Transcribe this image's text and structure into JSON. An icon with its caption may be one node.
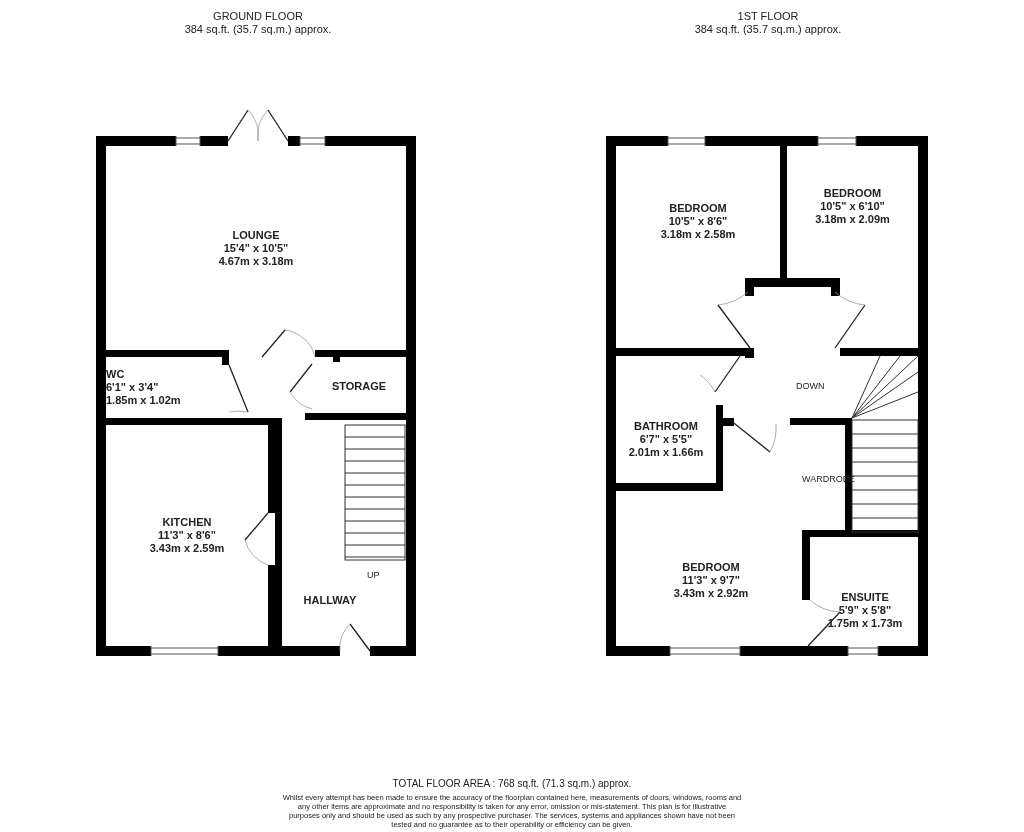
{
  "diagram": {
    "nodes": [
      {
        "text": [
          "GROUND FLOOR",
          "384 sq.ft. (35.7 sq.m.) approx."
        ]
      },
      {
        "text": [
          "LOUNGE",
          "15'4\"  x 10'5\"",
          "4.67m  x 3.18m"
        ],
        "in": 0
      },
      {
        "text": [
          "WC",
          "6'1\"  x 3'4\"",
          "1.85m  x 1.02m"
        ],
        "in": 0
      },
      {
        "text": [
          "STORAGE"
        ],
        "in": 0
      },
      {
        "text": [
          "KITCHEN",
          "11'3\"  x 8'6\"",
          "3.43m  x 2.59m"
        ],
        "in": 0
      },
      {
        "text": [
          "HALLWAY"
        ],
        "in": 0
      },
      {
        "text": [
          "1ST FLOOR",
          "384 sq.ft. (35.7 sq.m.) approx."
        ]
      },
      {
        "text": [
          "BEDROOM",
          "10'5\"  x 8'6\"",
          "3.18m  x 2.58m"
        ],
        "in": 6
      },
      {
        "text": [
          "BEDROOM",
          "10'5\"  x 6'10\"",
          "3.18m  x 2.09m"
        ],
        "in": 6
      },
      {
        "text": [
          "BATHROOM",
          "6'7\"  x 5'5\"",
          "2.01m  x 1.66m"
        ],
        "in": 6
      },
      {
        "text": [
          "BEDROOM",
          "11'3\"  x 9'7\"",
          "3.43m  x 2.92m"
        ],
        "in": 6
      },
      {
        "text": [
          "ENSUITE",
          "5'9\"  x 5'8\"",
          "1.75m  x 1.73m"
        ],
        "in": 6
      }
    ],
    "edges": [],
    "labels": [
      "UP",
      "DOWN",
      "WARDROBE",
      "TOTAL FLOOR AREA : 768 sq.ft. (71.3 sq.m.) approx.",
      "Whilst every attempt has been made to ensure the accuracy of the floorplan contained here, measurements of doors, windows, rooms and any other items are approximate and no responsibility is taken for any error, omission or mis-statement. This plan is for illustrative purposes only and should be used as such by any prospective purchaser. The services, systems and appliances shown have not been tested and no guarantee as to their operability or efficiency can be given."
    ]
  }
}
